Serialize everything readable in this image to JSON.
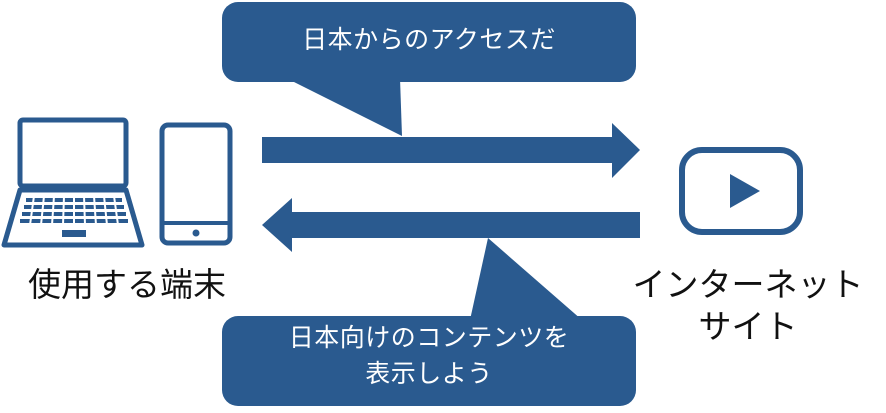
{
  "bubbles": {
    "top": "日本からのアクセスだ",
    "bottom_line1": "日本向けのコンテンツを",
    "bottom_line2": "表示しよう"
  },
  "nodes": {
    "device_label": "使用する端末",
    "site_label_line1": "インターネット",
    "site_label_line2": "サイト"
  },
  "icons": {
    "laptop": "laptop-icon",
    "smartphone": "smartphone-icon",
    "video_site": "video-play-icon"
  },
  "colors": {
    "primary": "#2a5a8f",
    "text": "#111111",
    "bubble_text": "#ffffff"
  }
}
